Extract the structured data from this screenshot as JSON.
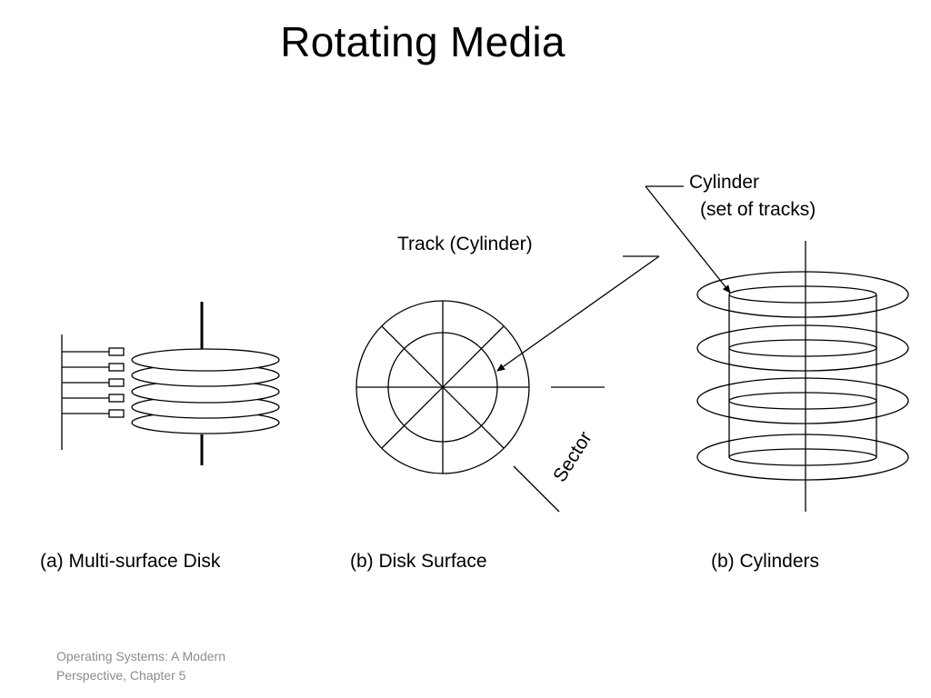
{
  "slide": {
    "title": "Rotating Media",
    "labels": {
      "cylinder_line1": "Cylinder",
      "cylinder_line2": "(set of tracks)",
      "track": "Track (Cylinder)",
      "sector": "Sector"
    },
    "captions": {
      "multi_surface": "(a) Multi-surface Disk",
      "disk_surface": "(b) Disk Surface",
      "cylinders": "(b) Cylinders"
    },
    "footer": {
      "line1": "Operating Systems: A Modern",
      "line2": "Perspective, Chapter 5"
    }
  }
}
